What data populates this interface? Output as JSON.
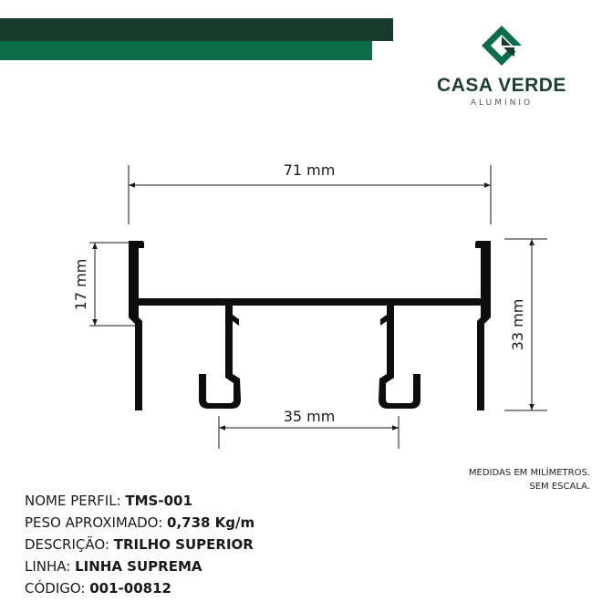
{
  "brand": {
    "name": "CASA VERDE",
    "subtitle": "ALUMÍNIO",
    "color_dark": "#173a2c",
    "color_green": "#0b6d4a"
  },
  "dimensions": {
    "width_total": "71 mm",
    "height_total": "33 mm",
    "height_upper": "17 mm",
    "track_spacing": "35 mm"
  },
  "note": {
    "line1": "MEDIDAS EM MILÍMETROS.",
    "line2": "SEM ESCALA."
  },
  "specs": [
    {
      "label": "NOME PERFIL: ",
      "value": "TMS-001"
    },
    {
      "label": "PESO APROXIMADO: ",
      "value": "0,738 Kg/m"
    },
    {
      "label": "DESCRIÇÃO: ",
      "value": "TRILHO SUPERIOR"
    },
    {
      "label": "LINHA: ",
      "value": "LINHA SUPREMA"
    },
    {
      "label": "CÓDIGO: ",
      "value": "001-00812"
    }
  ]
}
